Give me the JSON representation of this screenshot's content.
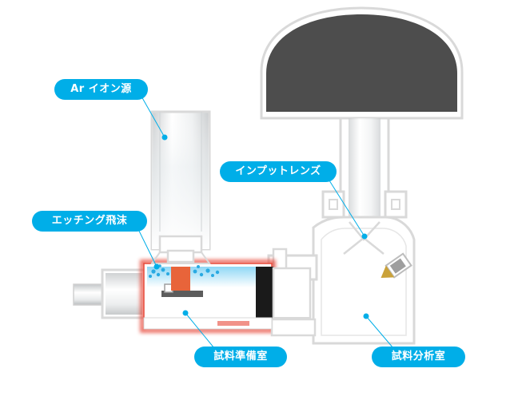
{
  "labels": {
    "ar_ion_source": "Ar イオン源",
    "etching_spatter": "エッチング飛沫",
    "input_lens": "インプットレンズ",
    "sample_prep_chamber": "試料準備室",
    "sample_analysis_chamber": "試料分析室"
  },
  "colors": {
    "callout": "#00aee8",
    "outline": "#d9d9d9",
    "dome": "#4d4d4d",
    "spatter": "#29aae2",
    "sample": "#e8643a",
    "glow": "#e84a3a",
    "band": "#1a1a1a"
  }
}
